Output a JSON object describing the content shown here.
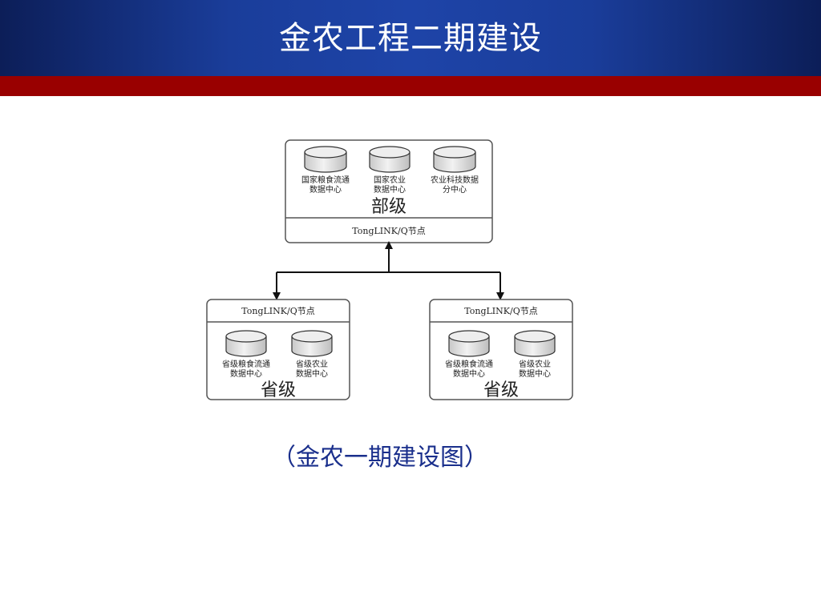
{
  "header": {
    "title": "金农工程二期建设"
  },
  "diagram": {
    "ministry": {
      "label": "部级",
      "node": "TongLINK/Q节点",
      "databases": [
        {
          "line1": "国家粮食流通",
          "line2": "数据中心"
        },
        {
          "line1": "国家农业",
          "line2": "数据中心"
        },
        {
          "line1": "农业科技数据",
          "line2": "分中心"
        }
      ]
    },
    "province_left": {
      "label": "省级",
      "node": "TongLINK/Q节点",
      "databases": [
        {
          "line1": "省级粮食流通",
          "line2": "数据中心"
        },
        {
          "line1": "省级农业",
          "line2": "数据中心"
        }
      ]
    },
    "province_right": {
      "label": "省级",
      "node": "TongLINK/Q节点",
      "databases": [
        {
          "line1": "省级粮食流通",
          "line2": "数据中心"
        },
        {
          "line1": "省级农业",
          "line2": "数据中心"
        }
      ]
    }
  },
  "caption": "（金农一期建设图）"
}
